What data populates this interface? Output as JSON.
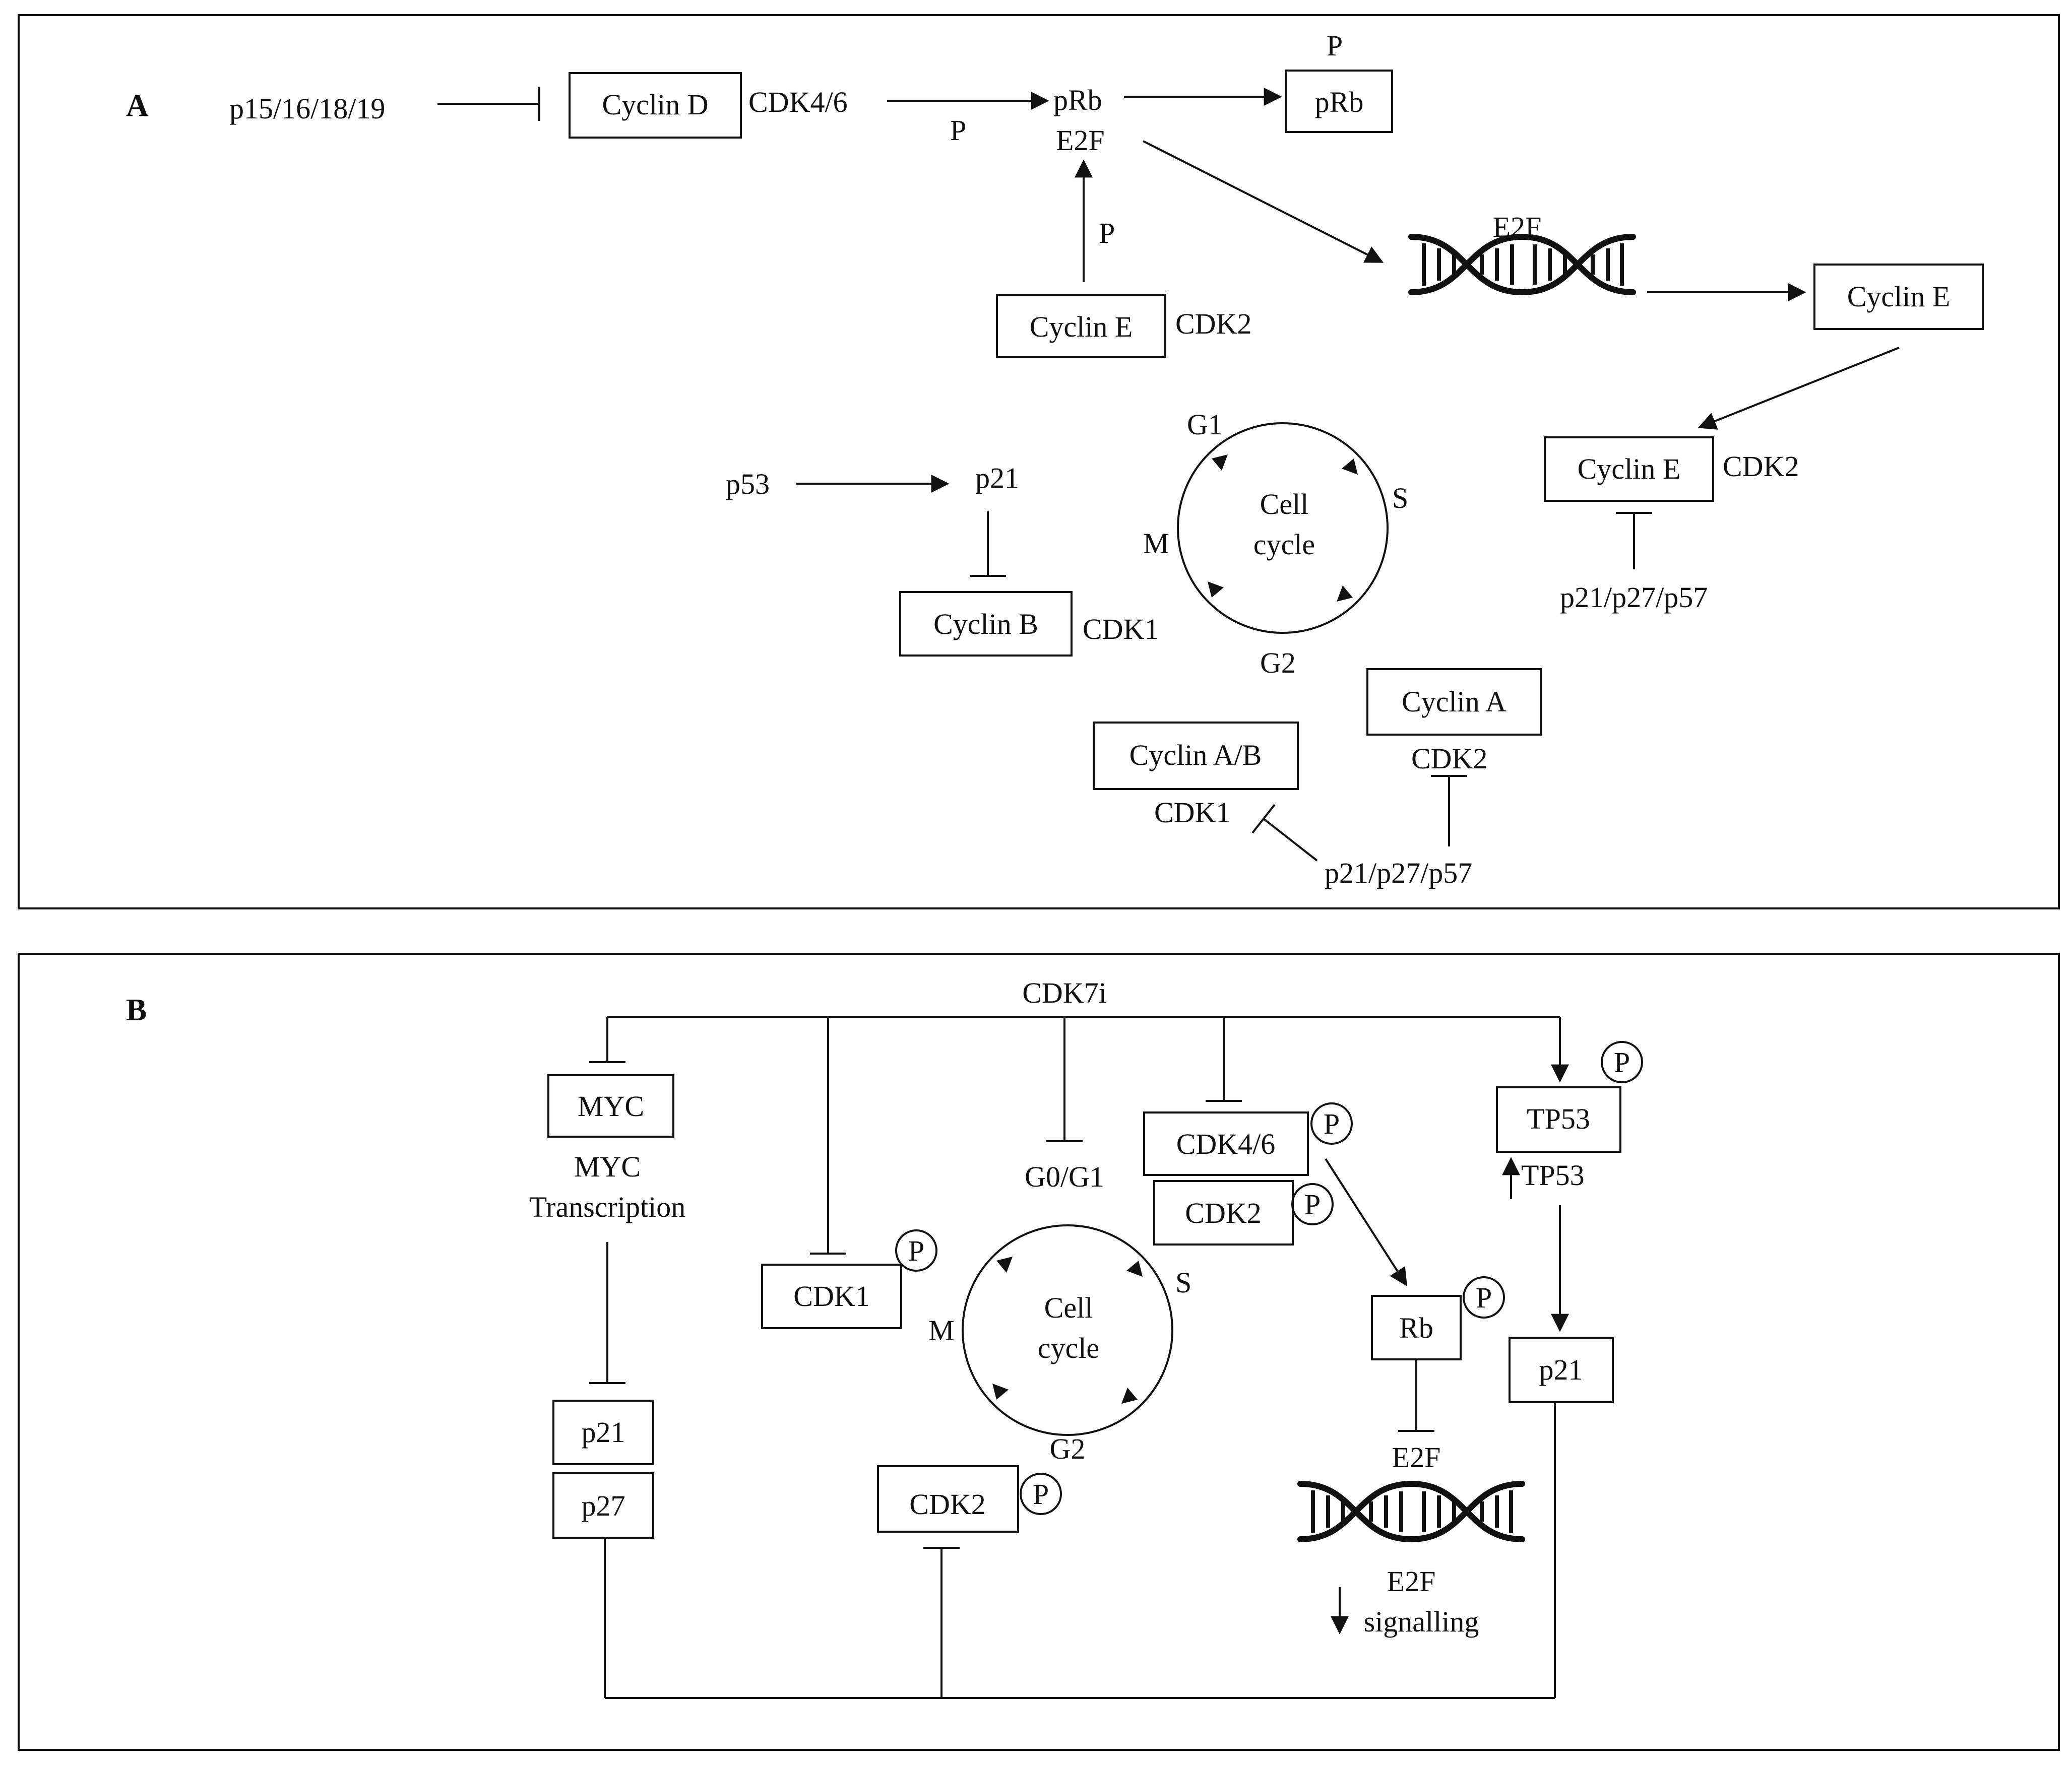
{
  "panel_a": {
    "letter": "A",
    "inhibitor_top": "p15/16/18/19",
    "cyclin_d": "Cyclin D",
    "cdk46": "CDK4/6",
    "p_small_1": "P",
    "prb": "pRb",
    "e2f": "E2F",
    "p_top": "P",
    "prb_box": "pRb",
    "p_small_2": "P",
    "cyclin_e_left": "Cyclin E",
    "cdk2_left": "CDK2",
    "e2f_dna": "E2F",
    "cyclin_e_right": "Cyclin E",
    "cyclin_e_mid": "Cyclin E",
    "cdk2_mid": "CDK2",
    "inhib_mid": "p21/p27/p57",
    "p53": "p53",
    "p21": "p21",
    "cyclin_b": "Cyclin B",
    "cdk1": "CDK1",
    "cycle": {
      "line1": "Cell",
      "line2": "cycle",
      "g1": "G1",
      "s": "S",
      "g2": "G2",
      "m": "M"
    },
    "cyclin_ab": "Cyclin A/B",
    "cdk1_ab": "CDK1",
    "cyclin_a": "Cyclin A",
    "cdk2_a": "CDK2",
    "inhib_bottom": "p21/p27/p57"
  },
  "panel_b": {
    "letter": "B",
    "cdk7i": "CDK7i",
    "myc": "MYC",
    "myc_tx_1": "MYC",
    "myc_tx_2": "Transcription",
    "p21_left": "p21",
    "p27": "p27",
    "cdk1": "CDK1",
    "cycle": {
      "line1": "Cell",
      "line2": "cycle",
      "g0g1": "G0/G1",
      "s": "S",
      "g2": "G2",
      "m": "M"
    },
    "cdk46": "CDK4/6",
    "cdk2_top": "CDK2",
    "cdk2_bottom": "CDK2",
    "rb": "Rb",
    "e2f": "E2F",
    "e2f_sig_1": "E2F",
    "e2f_sig_2": "signalling",
    "tp53_box": "TP53",
    "tp53_up": "TP53",
    "p21_right": "p21",
    "phospho": "P"
  },
  "colors": {
    "ink": "#111111",
    "background": "#ffffff"
  }
}
